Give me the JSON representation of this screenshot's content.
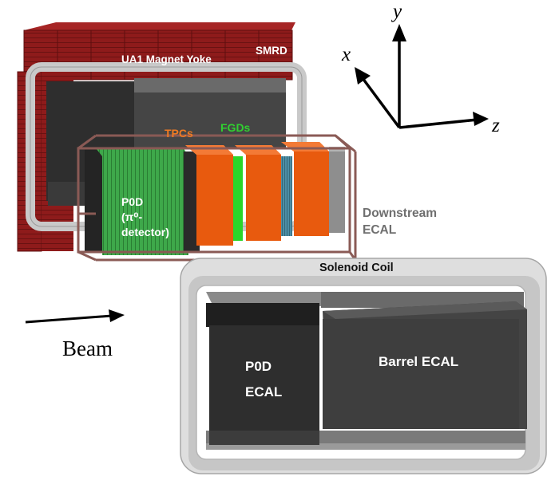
{
  "labels": {
    "magnet_yoke": "UA1 Magnet Yoke",
    "smrd": "SMRD",
    "tpcs": "TPCs",
    "fgds": "FGDs",
    "p0d_line1": "P0D",
    "p0d_line2": "(π⁰-",
    "p0d_line3": "detector)",
    "downstream_line1": "Downstream",
    "downstream_line2": "ECAL",
    "solenoid_coil": "Solenoid Coil",
    "p0d_ecal_line1": "P0D",
    "p0d_ecal_line2": "ECAL",
    "barrel_ecal": "Barrel ECAL",
    "beam": "Beam"
  },
  "axes": {
    "x": "x",
    "y": "y",
    "z": "z"
  },
  "colors": {
    "yoke": "#8e1b1b",
    "yoke_dark": "#5e0f0f",
    "frame_gray": "#c9c9c9",
    "dark_module": "#2e2e2e",
    "p0d_green": "#3ea84a",
    "tpc_orange": "#e85a0e",
    "fgd_green": "#2ad62a",
    "label_orange": "#f07a22",
    "label_green": "#30d030",
    "label_gray": "#6f6f6f",
    "cage": "#8a5a55"
  }
}
